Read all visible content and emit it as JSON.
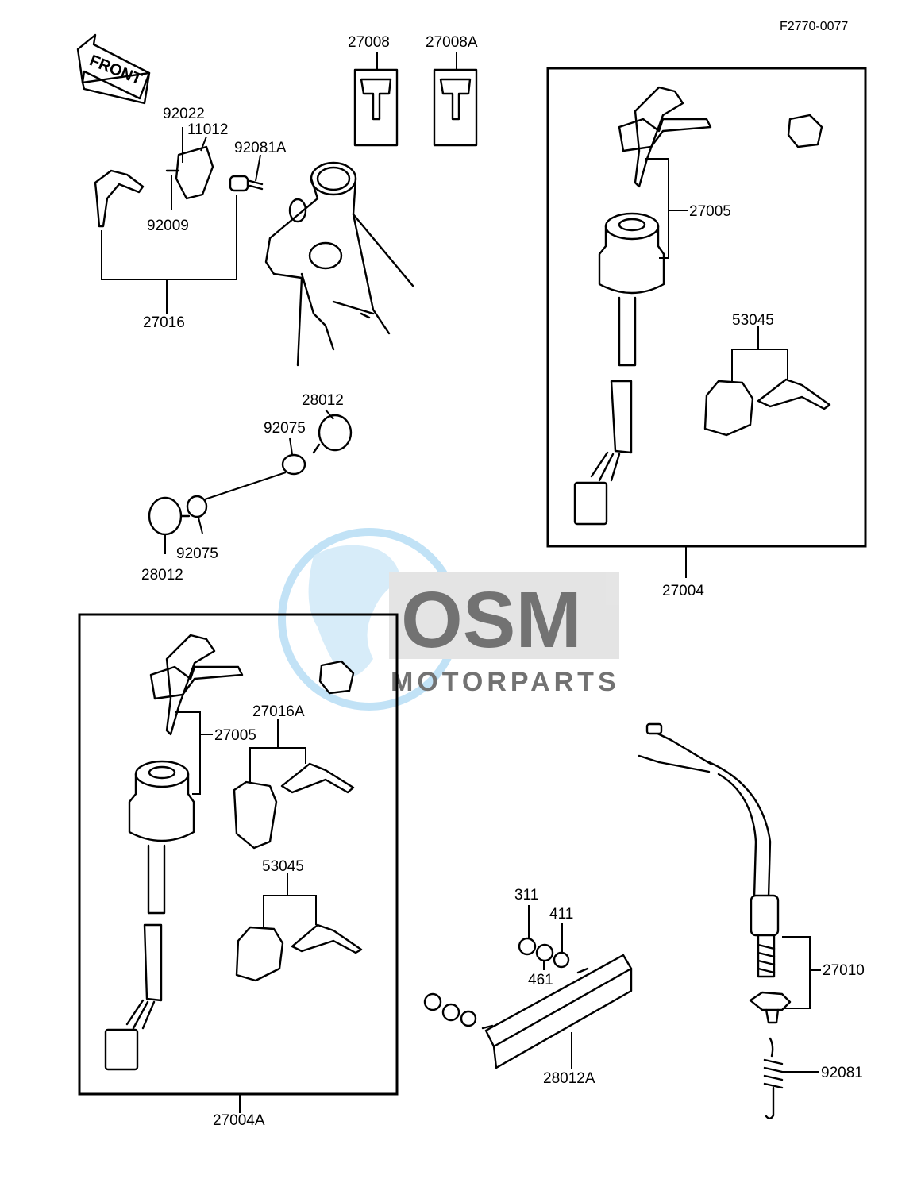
{
  "diagram_code": "F2770-0077",
  "front_arrow": {
    "text": "FRONT",
    "icon": "front-direction-arrow-icon"
  },
  "watermark": {
    "brand": "OSM",
    "sub": "MOTORPARTS",
    "color_blue": "#6fb8e0",
    "color_gray": "#9a9a9a"
  },
  "labels": {
    "l27008": "27008",
    "l27008a": "27008A",
    "l92022": "92022",
    "l11012": "11012",
    "l92081a": "92081A",
    "l92009": "92009",
    "l27016": "27016",
    "l27005_top": "27005",
    "l53045_top": "53045",
    "l27004": "27004",
    "l28012_top": "28012",
    "l92075_top": "92075",
    "l92075_bot": "92075",
    "l28012_bot": "28012",
    "l27005_bot": "27005",
    "l27016a": "27016A",
    "l53045_bot": "53045",
    "l27004a": "27004A",
    "l311": "311",
    "l411": "411",
    "l461": "461",
    "l28012a": "28012A",
    "l27010": "27010",
    "l92081": "92081"
  }
}
